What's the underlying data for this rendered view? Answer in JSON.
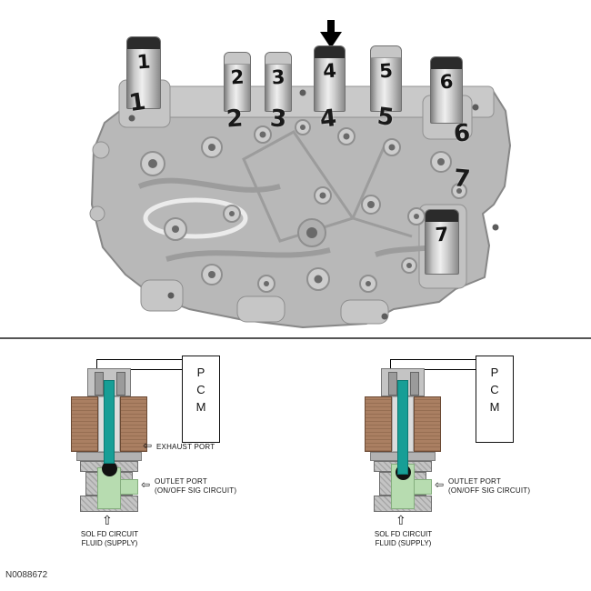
{
  "figure": {
    "id": "N0088672"
  },
  "photo": {
    "solenoid_labels": [
      "1",
      "2",
      "3",
      "4",
      "5",
      "6",
      "7"
    ],
    "casting_labels": [
      "1",
      "2",
      "3",
      "4",
      "5",
      "6",
      "7"
    ],
    "callout_arrow_points_to": "4"
  },
  "diagram_left": {
    "pcm_letters": [
      "P",
      "C",
      "M"
    ],
    "exhaust_arrow_glyph": "⇦",
    "exhaust_port_label": "EXHAUST PORT",
    "outlet_arrow_glyph": "⇦",
    "outlet_port_label_line1": "OUTLET PORT",
    "outlet_port_label_line2": "(ON/OFF SIG CIRCUIT)",
    "supply_arrow_glyph": "⇧",
    "supply_label_line1": "SOL FD CIRCUIT",
    "supply_label_line2": "FLUID (SUPPLY)"
  },
  "diagram_right": {
    "pcm_letters": [
      "P",
      "C",
      "M"
    ],
    "outlet_arrow_glyph": "⇦",
    "outlet_port_label_line1": "OUTLET PORT",
    "outlet_port_label_line2": "(ON/OFF SIG CIRCUIT)",
    "supply_arrow_glyph": "⇧",
    "supply_label_line1": "SOL FD CIRCUIT",
    "supply_label_line2": "FLUID (SUPPLY)"
  },
  "colors": {
    "coil": "#aa7f62",
    "shaft": "#179e96",
    "fluid": "#b7dcb0",
    "metal": "#c4c4c4"
  }
}
